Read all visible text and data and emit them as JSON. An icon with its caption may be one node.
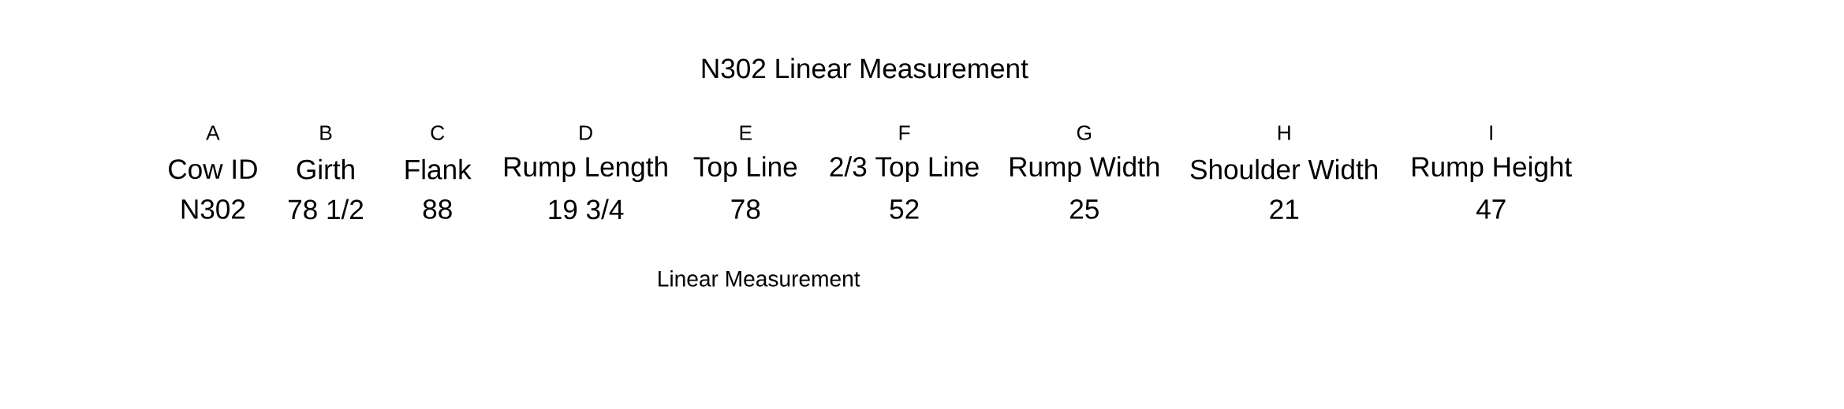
{
  "diagram": {
    "title": "N302 Linear Measurement",
    "labels": [
      "A",
      "B",
      "C",
      "D",
      "E",
      "F",
      "G",
      "H",
      "I",
      "Cow ID",
      "Girth",
      "Flank",
      "Rump Length",
      "Top Line",
      "2/3 Top Line",
      "Rump Width",
      "Shoulder Width",
      "Rump Height",
      "N302",
      "78 1/2",
      "88",
      "19 3/4",
      "78",
      "52",
      "25",
      "21",
      "47",
      "Linear Measurement"
    ]
  }
}
